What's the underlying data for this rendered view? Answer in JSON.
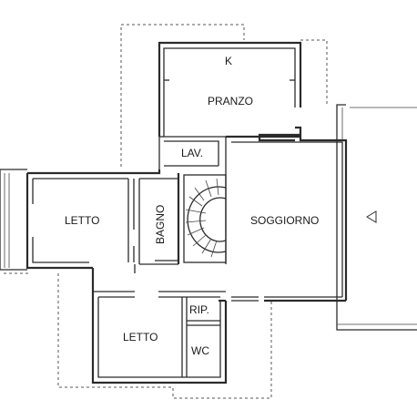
{
  "rooms": {
    "kitchen": "K",
    "dining": "PRANZO",
    "laundry": "LAV.",
    "bedroom_left": "LETTO",
    "bathroom": "BAGNO",
    "living": "SOGGIORNO",
    "storage": "RIP.",
    "bedroom_bottom": "LETTO",
    "wc": "WC"
  },
  "icons": {
    "entrance_marker": "triangle-left-icon",
    "staircase": "spiral-staircase-icon"
  },
  "colors": {
    "line": "#2b2b2b",
    "background": "#ffffff"
  }
}
